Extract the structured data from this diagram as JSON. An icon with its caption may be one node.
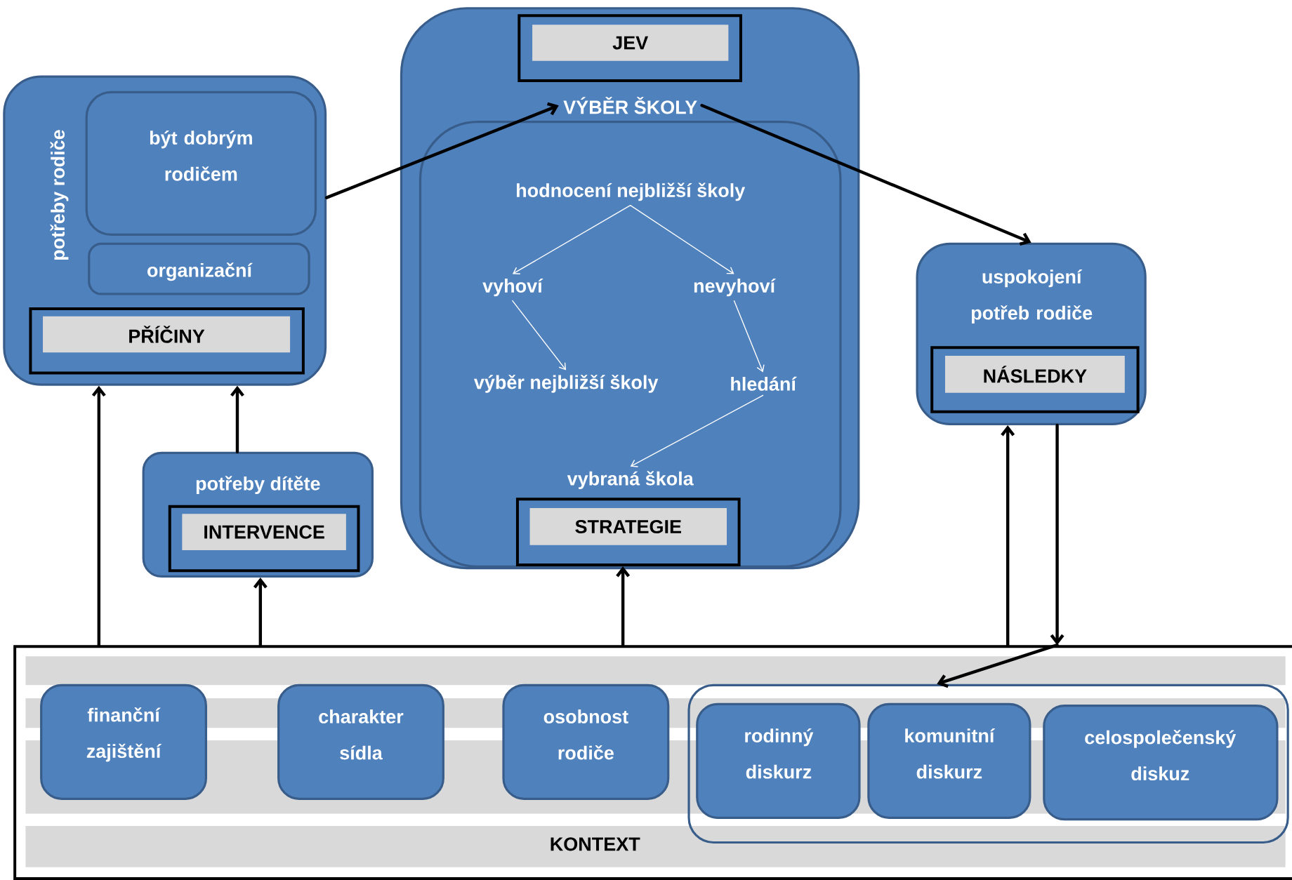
{
  "diagram": {
    "nodes": [
      {
        "text": [
          "potřeby rodiče"
        ]
      },
      {
        "text": [
          "být dobrým rodičem"
        ],
        "in": 0
      },
      {
        "text": [
          "organizační"
        ],
        "in": 0
      },
      {
        "text": [
          "PŘÍČINY"
        ],
        "in": 0
      },
      {
        "text": [
          "potřeby dítěte"
        ]
      },
      {
        "text": [
          "INTERVENCE"
        ],
        "in": 4
      },
      {
        "text": [],
        "shape": "box"
      },
      {
        "text": [
          "JEV"
        ],
        "in": 6
      },
      {
        "text": [
          "VÝBĚR ŠKOLY"
        ],
        "in": 6
      },
      {
        "text": [],
        "shape": "box",
        "in": 6
      },
      {
        "text": [
          "hodnocení nejbližší školy"
        ],
        "in": 9
      },
      {
        "text": [
          "vyhoví"
        ],
        "in": 9
      },
      {
        "text": [
          "nevyhoví"
        ],
        "in": 9
      },
      {
        "text": [
          "výběr nejbližší školy"
        ],
        "in": 9
      },
      {
        "text": [
          "hledání"
        ],
        "in": 9
      },
      {
        "text": [
          "vybraná škola"
        ],
        "in": 9
      },
      {
        "text": [
          "STRATEGIE"
        ],
        "in": 9
      },
      {
        "text": [
          "uspokojení potřeb rodiče"
        ]
      },
      {
        "text": [
          "NÁSLEDKY"
        ],
        "in": 17
      },
      {
        "text": [
          "KONTEXT"
        ]
      },
      {
        "text": [
          "finanční zajištění"
        ],
        "in": 19
      },
      {
        "text": [
          "charakter sídla"
        ],
        "in": 19
      },
      {
        "text": [
          "osobnost rodiče"
        ],
        "in": 19
      },
      {
        "text": [],
        "shape": "box",
        "in": 19
      },
      {
        "text": [
          "rodinný diskurz"
        ],
        "in": 23
      },
      {
        "text": [
          "komunitní diskurz"
        ],
        "in": 23
      },
      {
        "text": [
          "celospolečenský diskuz"
        ],
        "in": 23
      }
    ],
    "edges": [
      {
        "from": 0,
        "to": 8,
        "arrow": "to"
      },
      {
        "from": 8,
        "to": 17,
        "arrow": "to"
      },
      {
        "from": 19,
        "to": 0,
        "arrow": "to"
      },
      {
        "from": 4,
        "to": 0,
        "arrow": "to"
      },
      {
        "from": 19,
        "to": 4,
        "arrow": "to"
      },
      {
        "from": 19,
        "to": 16,
        "arrow": "to"
      },
      {
        "from": 19,
        "to": 17,
        "arrow": "to"
      },
      {
        "from": 17,
        "to": 19,
        "arrow": "to"
      },
      {
        "from": 19,
        "to": 23,
        "arrow": "to"
      },
      {
        "from": 10,
        "to": 11,
        "arrow": "to",
        "color": "#ffffff"
      },
      {
        "from": 10,
        "to": 12,
        "arrow": "to",
        "color": "#ffffff"
      },
      {
        "from": 11,
        "to": 13,
        "arrow": "to",
        "color": "#ffffff"
      },
      {
        "from": 12,
        "to": 14,
        "arrow": "to",
        "color": "#ffffff"
      },
      {
        "from": 14,
        "to": 15,
        "arrow": "to",
        "color": "#ffffff"
      }
    ]
  }
}
